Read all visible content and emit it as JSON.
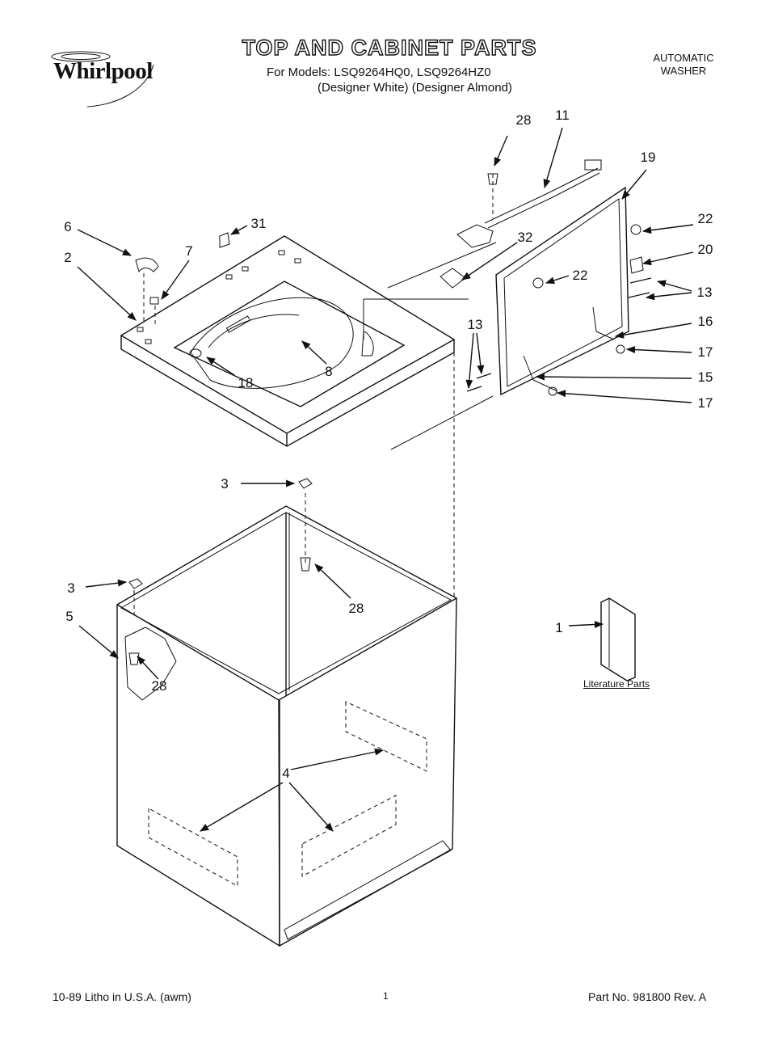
{
  "header": {
    "brand": "Whirlpool",
    "title": "TOP AND CABINET PARTS",
    "models_line": "For Models: LSQ9264HQ0, LSQ9264HZ0",
    "variants_line": "(Designer White)  (Designer Almond)",
    "appliance_type_line1": "AUTOMATIC",
    "appliance_type_line2": "WASHER"
  },
  "callouts": [
    {
      "id": "c28a",
      "label": "28"
    },
    {
      "id": "c11",
      "label": "11"
    },
    {
      "id": "c19",
      "label": "19"
    },
    {
      "id": "c6",
      "label": "6"
    },
    {
      "id": "c31",
      "label": "31"
    },
    {
      "id": "c32",
      "label": "32"
    },
    {
      "id": "c22a",
      "label": "22"
    },
    {
      "id": "c2",
      "label": "2"
    },
    {
      "id": "c7",
      "label": "7"
    },
    {
      "id": "c20",
      "label": "20"
    },
    {
      "id": "c22b",
      "label": "22"
    },
    {
      "id": "c13a",
      "label": "13"
    },
    {
      "id": "c13b",
      "label": "13"
    },
    {
      "id": "c16",
      "label": "16"
    },
    {
      "id": "c17a",
      "label": "17"
    },
    {
      "id": "c8",
      "label": "8"
    },
    {
      "id": "c18",
      "label": "18"
    },
    {
      "id": "c15",
      "label": "15"
    },
    {
      "id": "c17b",
      "label": "17"
    },
    {
      "id": "c3a",
      "label": "3"
    },
    {
      "id": "c28b",
      "label": "28"
    },
    {
      "id": "c3b",
      "label": "3"
    },
    {
      "id": "c5",
      "label": "5"
    },
    {
      "id": "c28c",
      "label": "28"
    },
    {
      "id": "c1",
      "label": "1"
    },
    {
      "id": "c4",
      "label": "4"
    }
  ],
  "literature_label": "Literature Parts",
  "footer": {
    "left": "10-89 Litho in U.S.A. (awm)",
    "page": "1",
    "right": "Part No. 981800 Rev. A"
  }
}
